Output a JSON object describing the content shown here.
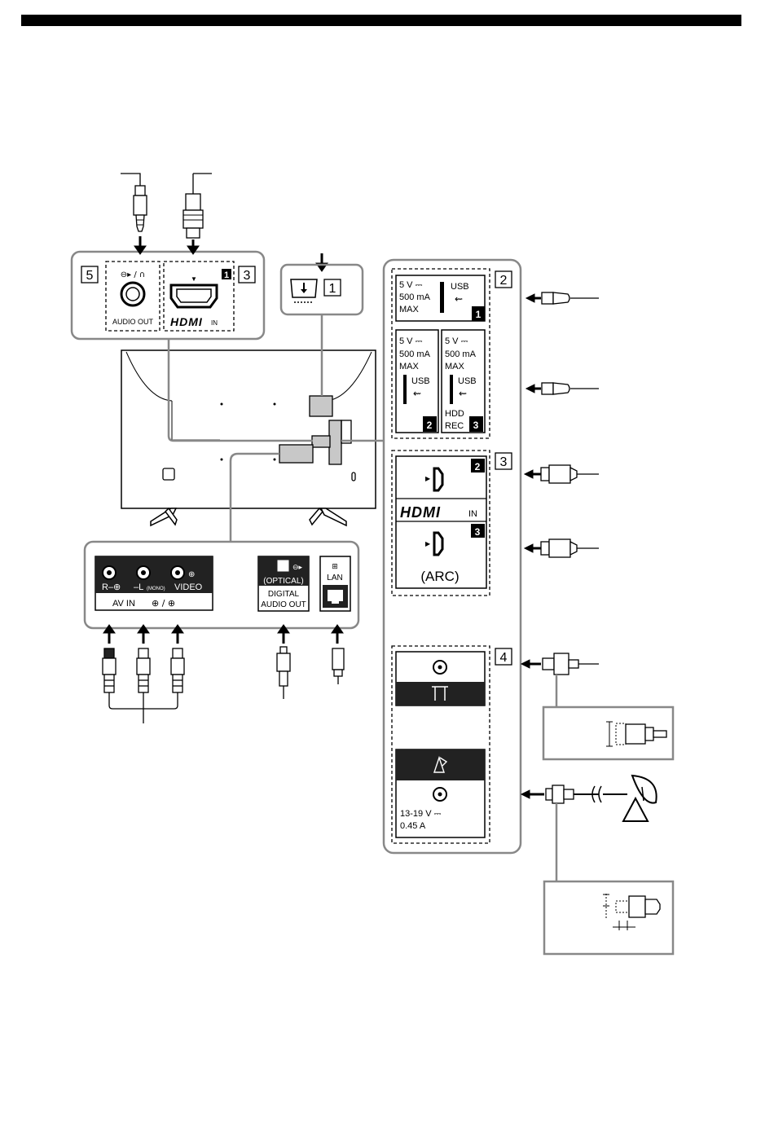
{
  "badges": {
    "n1": "1",
    "n2": "2",
    "n3": "3",
    "n4": "4",
    "n5": "5"
  },
  "audio": {
    "icon_text": "⊖▸ / ∩",
    "label": "AUDIO OUT"
  },
  "hdmi_top": {
    "logo": "HDMI",
    "in": "IN",
    "port_num": "1",
    "arrow": "▼"
  },
  "usb": {
    "usb1": {
      "volt": "5 V ⎓",
      "current": "500 mA",
      "max": "MAX",
      "usb": "USB",
      "num": "1"
    },
    "usb2": {
      "volt": "5 V ⎓",
      "current": "500 mA",
      "max": "MAX",
      "usb": "USB",
      "num": "2"
    },
    "usb3": {
      "volt": "5 V ⎓",
      "current": "500 mA",
      "max": "MAX",
      "usb": "USB",
      "hdd": "HDD",
      "rec": "REC",
      "num": "3"
    }
  },
  "hdmi_right": {
    "port2": "2",
    "port3": "3",
    "logo": "HDMI",
    "in": "IN",
    "arc": "(ARC)"
  },
  "antenna": {
    "sat_volt": "13-19 V ⎓",
    "sat_current": "0.45 A"
  },
  "av": {
    "r_label": "R–⊕",
    "l_label": "–L",
    "mono": "(MONO)",
    "video": "VIDEO",
    "av_in": "AV IN",
    "av_symbols": "⊕ / ⊕"
  },
  "digital": {
    "optical": "(OPTICAL)",
    "digital": "DIGITAL",
    "audio_out": "AUDIO OUT"
  },
  "lan": {
    "label": "LAN"
  }
}
